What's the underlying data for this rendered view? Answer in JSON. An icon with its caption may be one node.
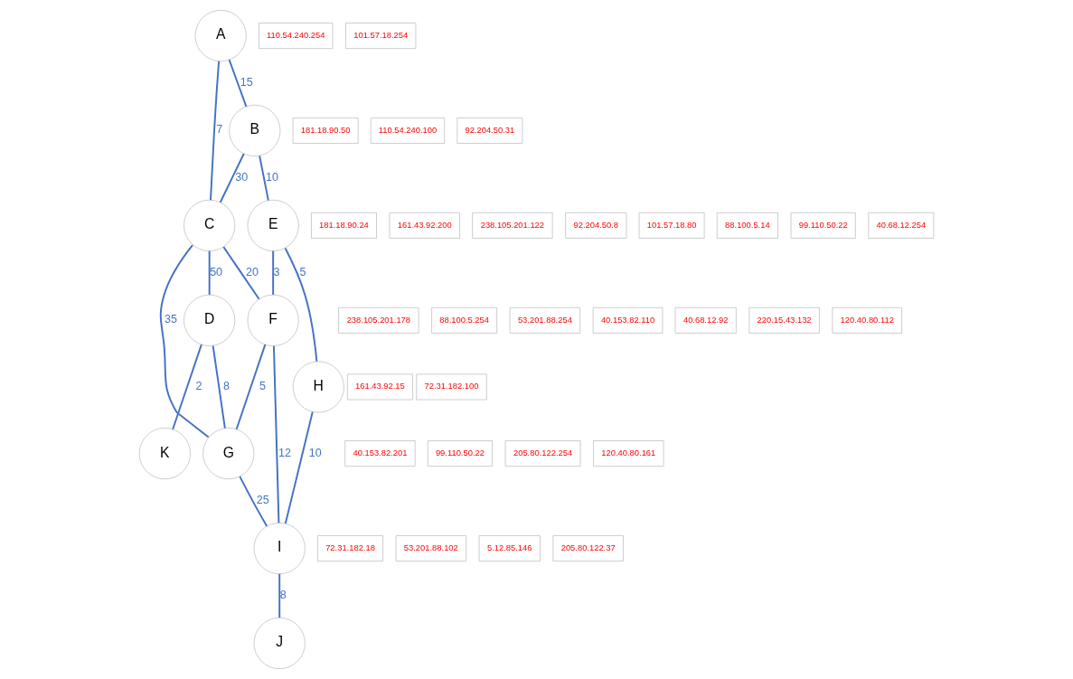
{
  "diagram": {
    "nodes": [
      {
        "text": [
          "A"
        ]
      },
      {
        "text": [
          "B"
        ]
      },
      {
        "text": [
          "C"
        ]
      },
      {
        "text": [
          "D"
        ]
      },
      {
        "text": [
          "E"
        ]
      },
      {
        "text": [
          "F"
        ]
      },
      {
        "text": [
          "G"
        ]
      },
      {
        "text": [
          "H"
        ]
      },
      {
        "text": [
          "I"
        ]
      },
      {
        "text": [
          "J"
        ]
      },
      {
        "text": [
          "K"
        ]
      },
      {
        "text": [
          "181.18.90.50"
        ]
      },
      {
        "text": [
          "110.54.240.254"
        ]
      },
      {
        "text": [
          "110.54.240.100"
        ]
      },
      {
        "text": [
          "181.18.90.24"
        ]
      },
      {
        "text": [
          "161.43.92.200"
        ]
      },
      {
        "text": [
          "92.204.50.31"
        ]
      },
      {
        "text": [
          "161.43.92.15"
        ]
      },
      {
        "text": [
          "101.57.18.254"
        ]
      },
      {
        "text": [
          "238.105.201.122"
        ]
      },
      {
        "text": [
          "72.31.182.100"
        ]
      },
      {
        "text": [
          "238.105.201.178"
        ]
      },
      {
        "text": [
          "92.204.50.8"
        ]
      },
      {
        "text": [
          "88.100.5.254"
        ]
      },
      {
        "text": [
          "53.201.88.254"
        ]
      },
      {
        "text": [
          "101.57.18.80"
        ]
      },
      {
        "text": [
          "72.31.182.18"
        ]
      },
      {
        "text": [
          "88.100.5.14"
        ]
      },
      {
        "text": [
          "40.153.82.110"
        ]
      },
      {
        "text": [
          "53.201.88.102"
        ]
      },
      {
        "text": [
          "99.110.50.22"
        ]
      },
      {
        "text": [
          "40.68.12.254"
        ]
      },
      {
        "text": [
          "5.12.85.146"
        ]
      },
      {
        "text": [
          "40.153.82.201"
        ]
      },
      {
        "text": [
          "205.80.122.37"
        ]
      },
      {
        "text": [
          "99.110.50.22"
        ]
      },
      {
        "text": [
          "205.80.122.254"
        ]
      },
      {
        "text": [
          "40.68.12.92"
        ]
      },
      {
        "text": [
          "120.40.80.161"
        ]
      },
      {
        "text": [
          "220.15.43.132"
        ]
      },
      {
        "text": [
          "120.40.80.112"
        ]
      }
    ],
    "edges": [
      {
        "from": 0,
        "to": 1,
        "arrow": "none",
        "label": "15"
      },
      {
        "from": 1,
        "to": 4,
        "arrow": "none",
        "label": "10"
      },
      {
        "from": 4,
        "to": 7,
        "arrow": "none",
        "label": "5"
      },
      {
        "from": 1,
        "to": 2,
        "arrow": "none",
        "label": "30"
      },
      {
        "from": 4,
        "to": 5,
        "arrow": "none",
        "label": "3"
      },
      {
        "from": 0,
        "to": 2,
        "arrow": "none",
        "label": "7"
      },
      {
        "from": 7,
        "to": 8,
        "arrow": "none",
        "label": "10"
      },
      {
        "from": 2,
        "to": 5,
        "arrow": "none",
        "label": "20"
      },
      {
        "from": 5,
        "to": 8,
        "arrow": "none",
        "label": "12"
      },
      {
        "from": 2,
        "to": 6,
        "arrow": "none",
        "label": "35"
      },
      {
        "from": 5,
        "to": 6,
        "arrow": "none",
        "label": "5"
      },
      {
        "from": 2,
        "to": 3,
        "arrow": "none",
        "label": "50"
      },
      {
        "from": 8,
        "to": 9,
        "arrow": "none",
        "label": "8"
      },
      {
        "from": 6,
        "to": 8,
        "arrow": "none",
        "label": "25"
      },
      {
        "from": 3,
        "to": 6,
        "arrow": "none",
        "label": "8"
      },
      {
        "from": 3,
        "to": 10,
        "arrow": "none",
        "label": "2"
      }
    ]
  }
}
